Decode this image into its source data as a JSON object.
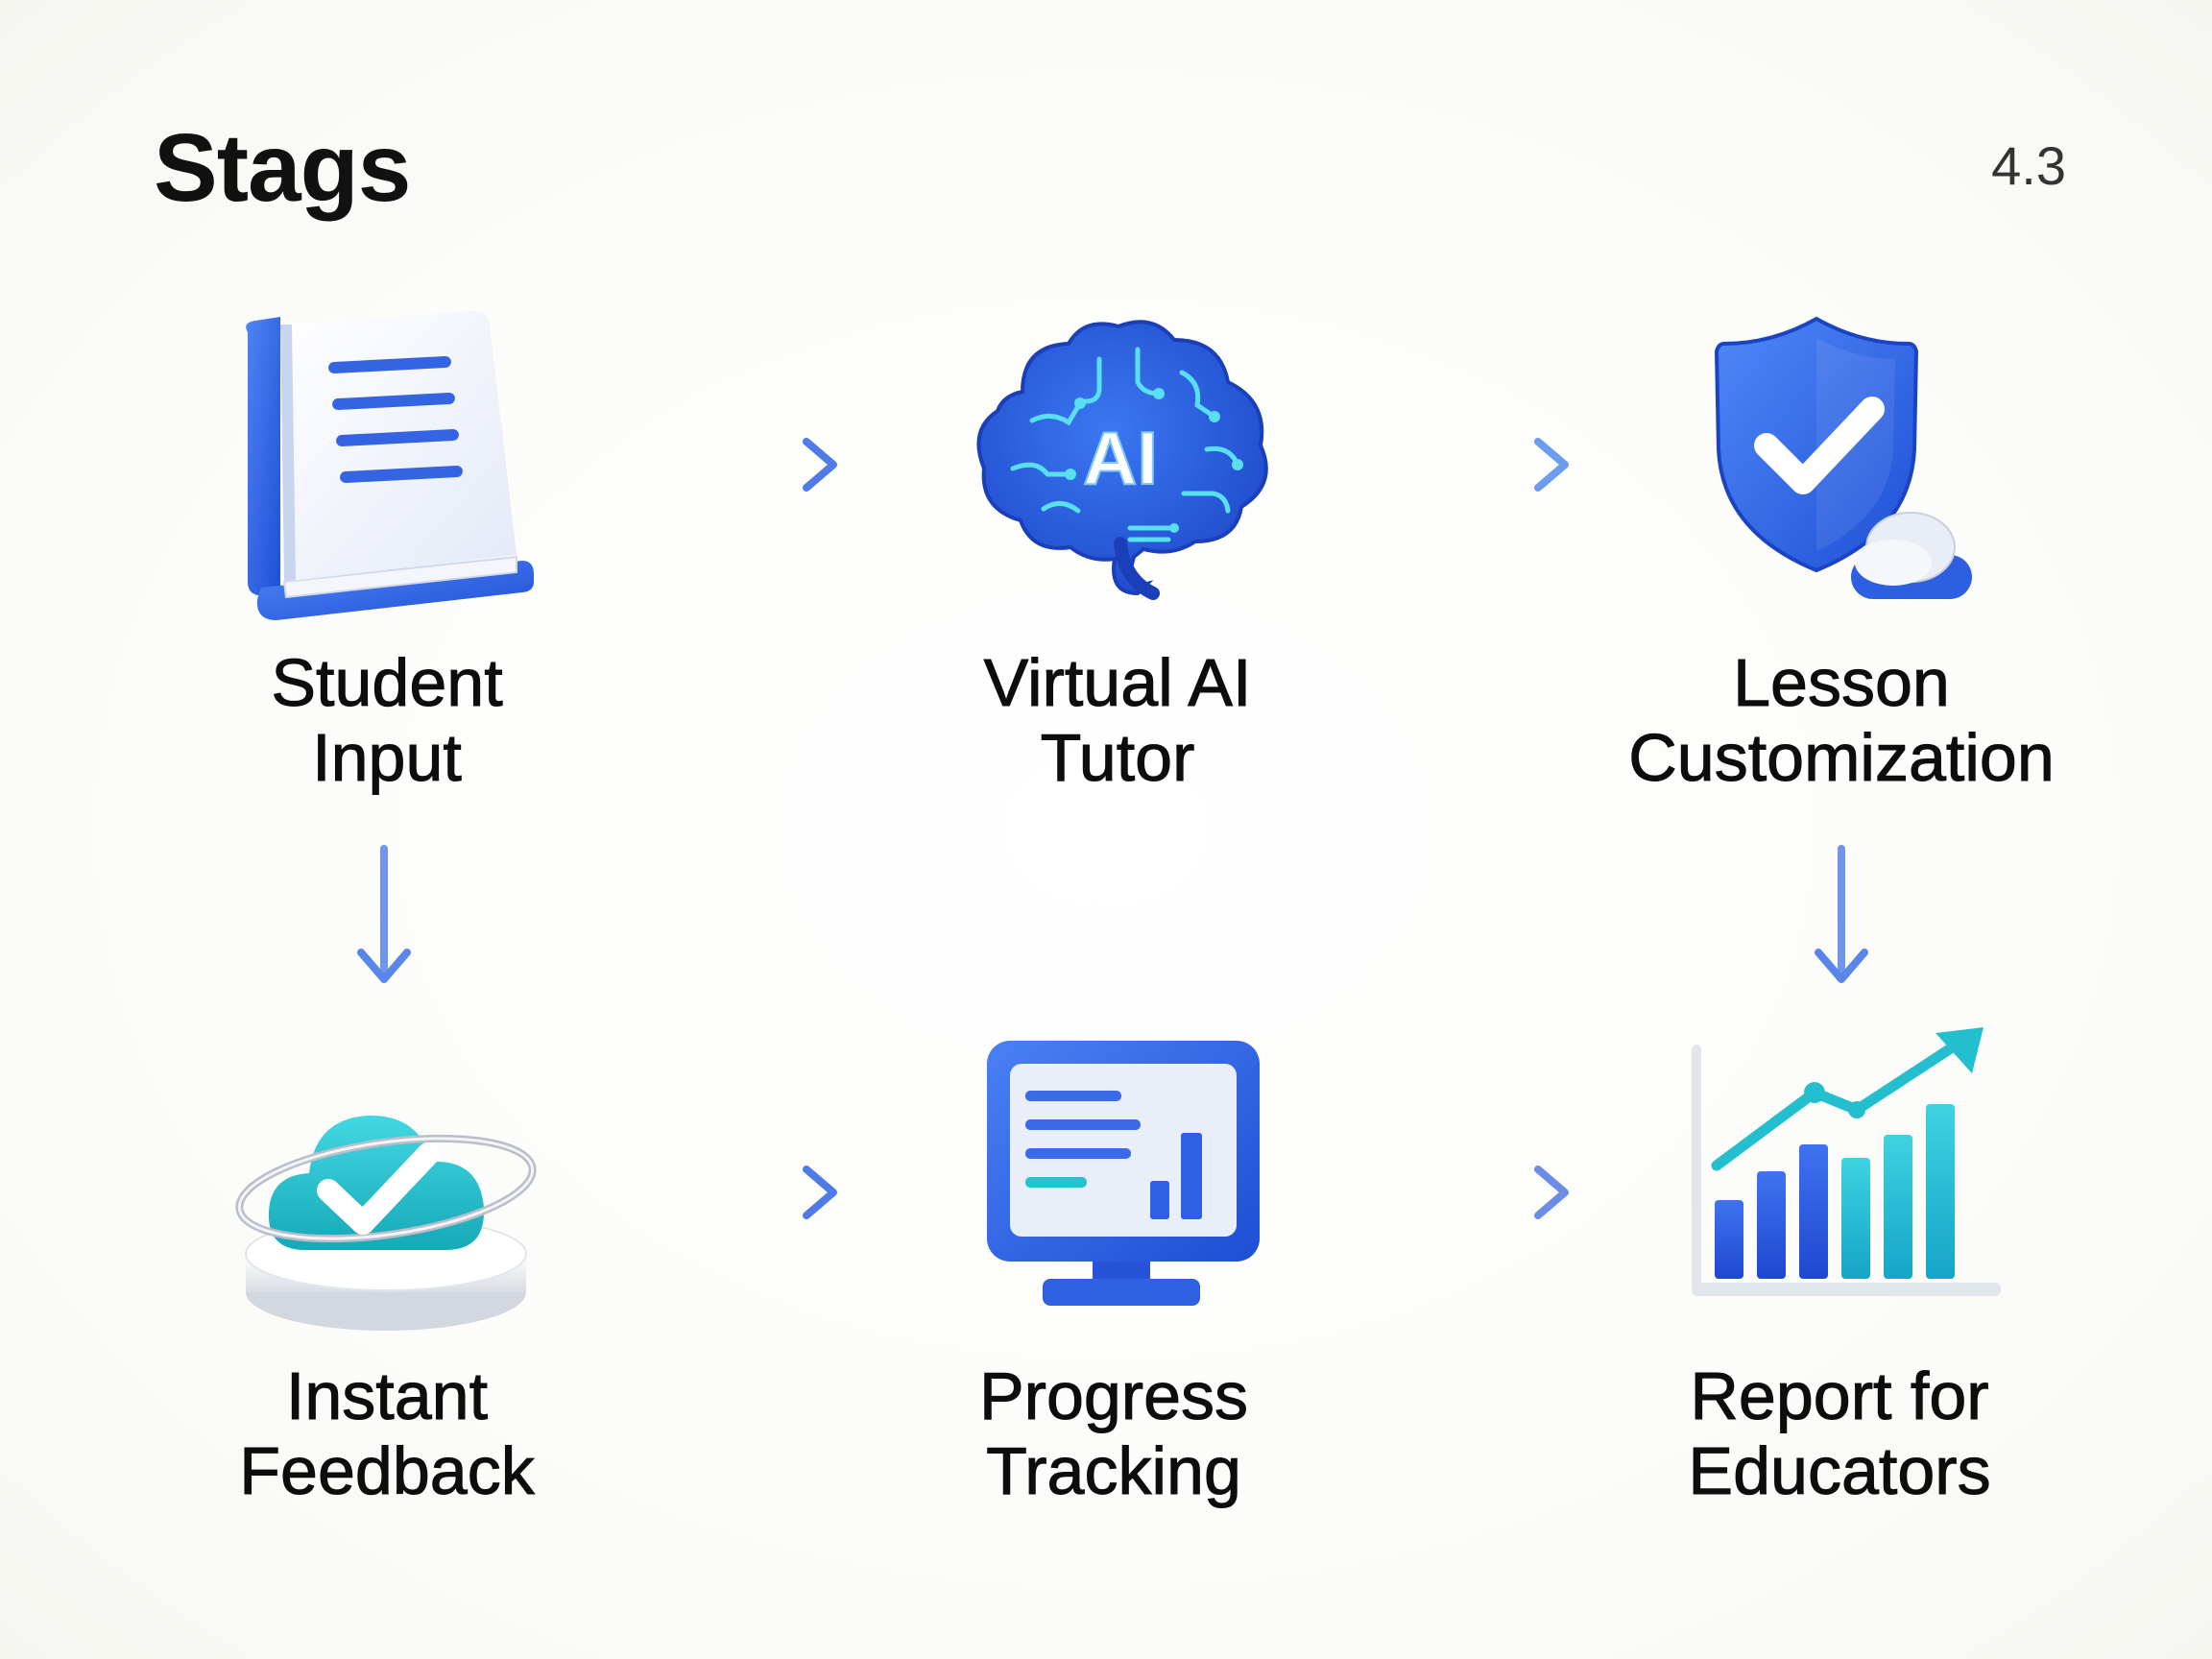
{
  "title": "Stags",
  "stage_number": "4.3",
  "colors": {
    "primary_blue": "#2f63e6",
    "light_blue": "#e8eefc",
    "teal": "#25c2cf",
    "arrow": "#6f96ec"
  },
  "stages": [
    {
      "icon": "book-icon",
      "line1": "Student",
      "line2": "Input"
    },
    {
      "icon": "ai-brain-icon",
      "line1": "Virtual AI",
      "line2": "Tutor",
      "icon_text": "AI"
    },
    {
      "icon": "shield-check-icon",
      "line1": "Lesson",
      "line2": "Customization"
    },
    {
      "icon": "cloud-check-icon",
      "line1": "Instant",
      "line2": "Feedback"
    },
    {
      "icon": "monitor-icon",
      "line1": "Progress",
      "line2": "Tracking"
    },
    {
      "icon": "bar-chart-growth-icon",
      "line1": "Report for",
      "line2": "Educators"
    }
  ],
  "flow": [
    {
      "from": "Student Input",
      "to": "Virtual AI Tutor",
      "direction": "right"
    },
    {
      "from": "Virtual AI Tutor",
      "to": "Lesson Customization",
      "direction": "right"
    },
    {
      "from": "Student Input",
      "to": "Instant Feedback",
      "direction": "down"
    },
    {
      "from": "Lesson Customization",
      "to": "Report for Educators",
      "direction": "down"
    },
    {
      "from": "Instant Feedback",
      "to": "Progress Tracking",
      "direction": "right"
    },
    {
      "from": "Progress Tracking",
      "to": "Report for Educators",
      "direction": "right"
    }
  ]
}
